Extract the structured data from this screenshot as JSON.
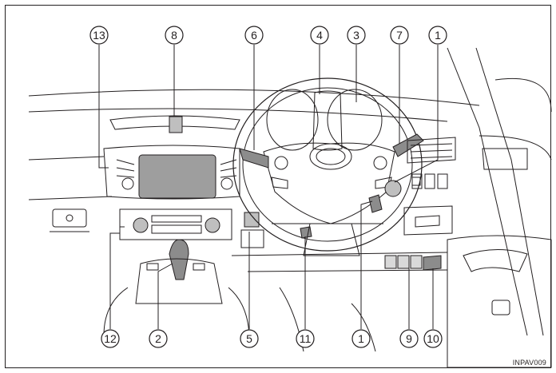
{
  "figure_code": "INPAV009",
  "callouts": [
    {
      "num": "13"
    },
    {
      "num": "8"
    },
    {
      "num": "6"
    },
    {
      "num": "4"
    },
    {
      "num": "3"
    },
    {
      "num": "7"
    },
    {
      "num": "1"
    },
    {
      "num": "12"
    },
    {
      "num": "2"
    },
    {
      "num": "5"
    },
    {
      "num": "11"
    },
    {
      "num": "1"
    },
    {
      "num": "9"
    },
    {
      "num": "10"
    }
  ],
  "colors": {
    "line": "#231f20",
    "fill_light": "#d9d9d9",
    "fill_mid": "#bfbfbf",
    "fill_dark": "#8c8c8c",
    "screen": "#9e9e9e"
  }
}
